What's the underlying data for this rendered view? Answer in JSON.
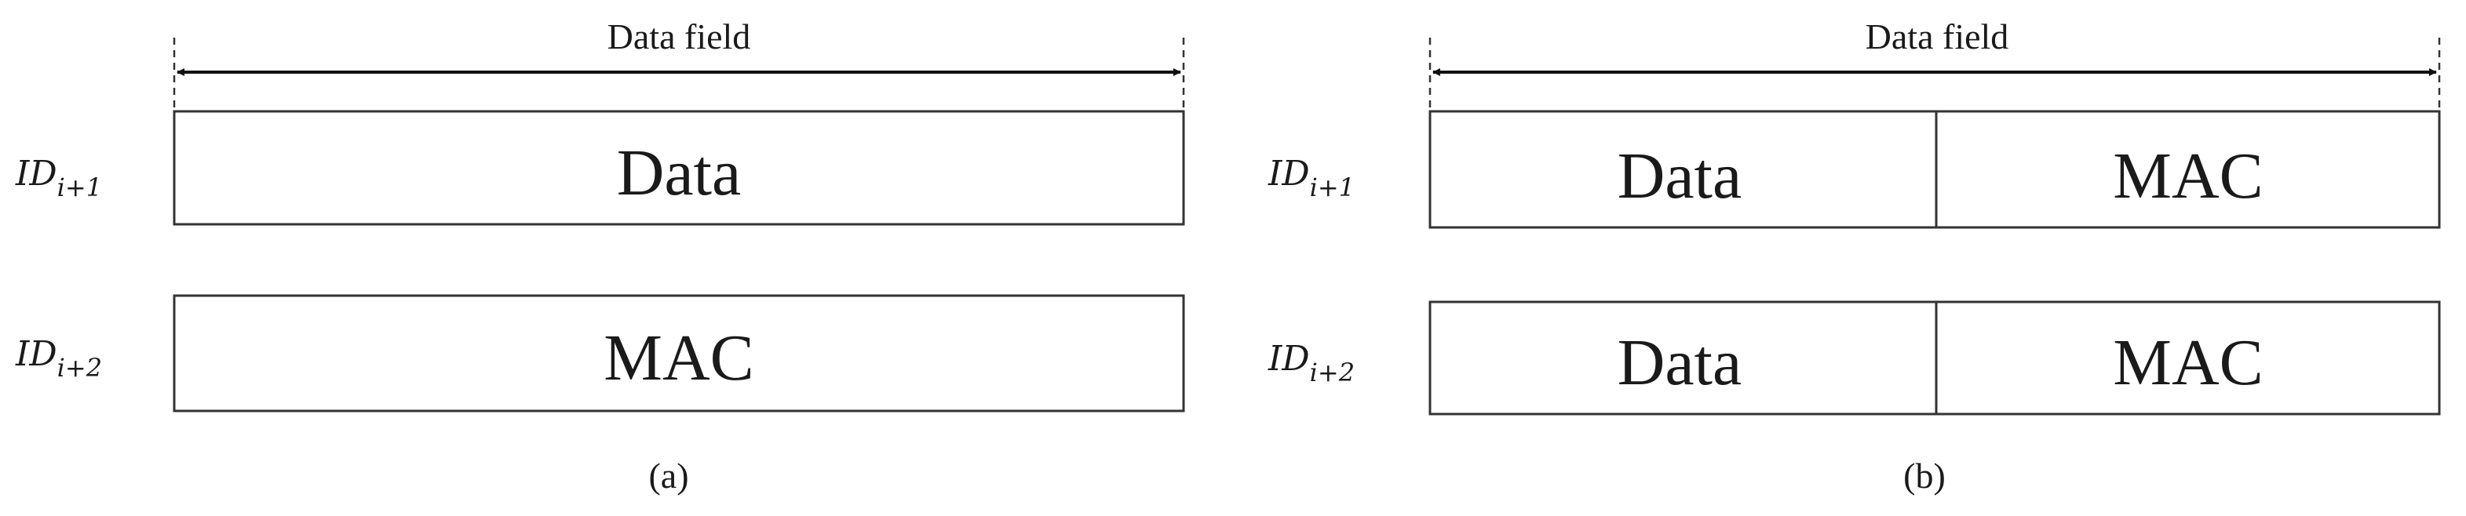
{
  "panels": [
    {
      "caption": "(a)",
      "header": "Data field",
      "rows": [
        {
          "id_base": "ID",
          "id_sub": "i+1",
          "cells": [
            "Data"
          ]
        },
        {
          "id_base": "ID",
          "id_sub": "i+2",
          "cells": [
            "MAC"
          ]
        }
      ]
    },
    {
      "caption": "(b)",
      "header": "Data field",
      "rows": [
        {
          "id_base": "ID",
          "id_sub": "i+1",
          "cells": [
            "Data",
            "MAC"
          ]
        },
        {
          "id_base": "ID",
          "id_sub": "i+2",
          "cells": [
            "Data",
            "MAC"
          ]
        }
      ]
    }
  ]
}
